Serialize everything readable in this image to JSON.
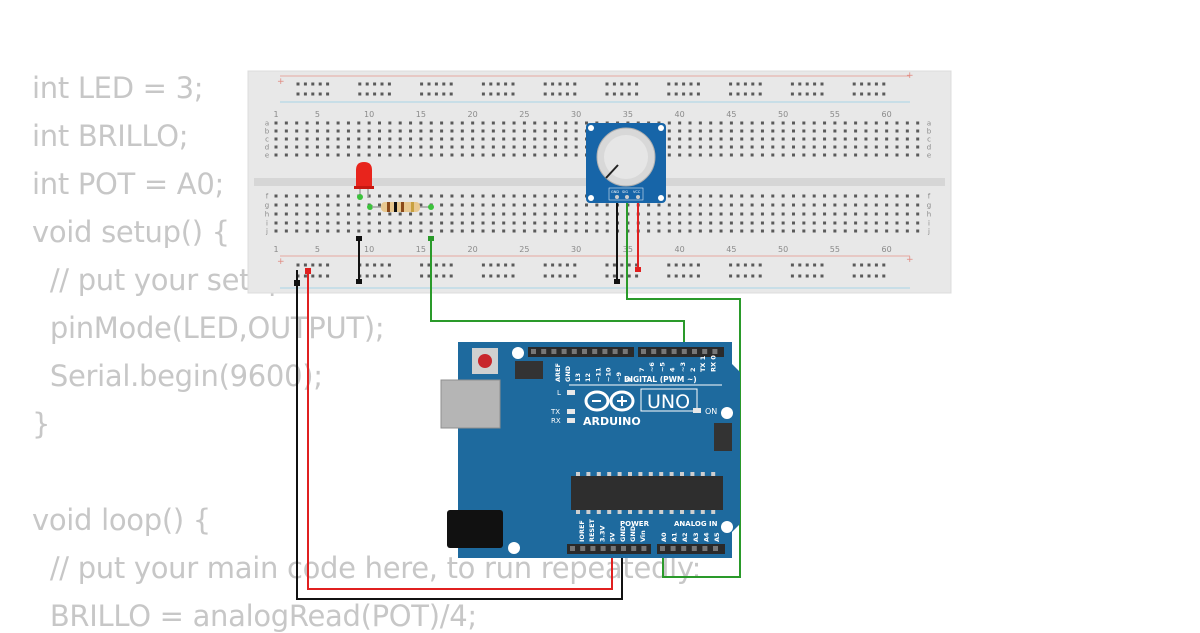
{
  "code": {
    "lines": [
      "int LED = 3;",
      "int BRILLO;",
      "int POT = A0;",
      "void setup() {",
      "  // put your setup code here, to run once:",
      "  pinMode(LED,OUTPUT);",
      "  Serial.begin(9600);",
      "}",
      "",
      "void loop() {",
      "  // put your main code here, to run repeatedly:",
      "  BRILLO = analogRead(POT)/4;"
    ]
  },
  "breadboard": {
    "column_numbers": [
      "1",
      "5",
      "10",
      "15",
      "20",
      "25",
      "30",
      "35",
      "40",
      "45",
      "50",
      "55",
      "60"
    ],
    "row_letters_top": [
      "a",
      "b",
      "c",
      "d",
      "e"
    ],
    "row_letters_bottom": [
      "f",
      "g",
      "h",
      "i",
      "j"
    ],
    "plus": "+"
  },
  "potentiometer": {
    "pin_labels": [
      "GND",
      "SIG",
      "VCC"
    ]
  },
  "arduino": {
    "brand": "ARDUINO",
    "model": "UNO",
    "digital_label": "DIGITAL (PWM ~)",
    "on_label": "ON",
    "l_label": "L",
    "tx_label": "TX",
    "rx_label": "RX",
    "power_label": "POWER",
    "analog_label": "ANALOG IN",
    "aref": "AREF",
    "gnd": "GND",
    "digital_pins": [
      "13",
      "12",
      "~11",
      "~10",
      "~9",
      "8",
      "7",
      "~6",
      "~5",
      "4",
      "~3",
      "2",
      "TX 1",
      "RX 0"
    ],
    "power_pins": [
      "IOREF",
      "RESET",
      "3.3V",
      "5V",
      "GND",
      "GND",
      "Vin"
    ],
    "analog_pins": [
      "A0",
      "A1",
      "A2",
      "A3",
      "A4",
      "A5"
    ]
  },
  "colors": {
    "wire_red": "#e02020",
    "wire_black": "#111111",
    "wire_green": "#2a9a2a",
    "board_blue": "#1e6a9e",
    "pot_blue": "#1765a8",
    "led_red": "#e8241c",
    "code_gray": "#c7c7c7"
  }
}
